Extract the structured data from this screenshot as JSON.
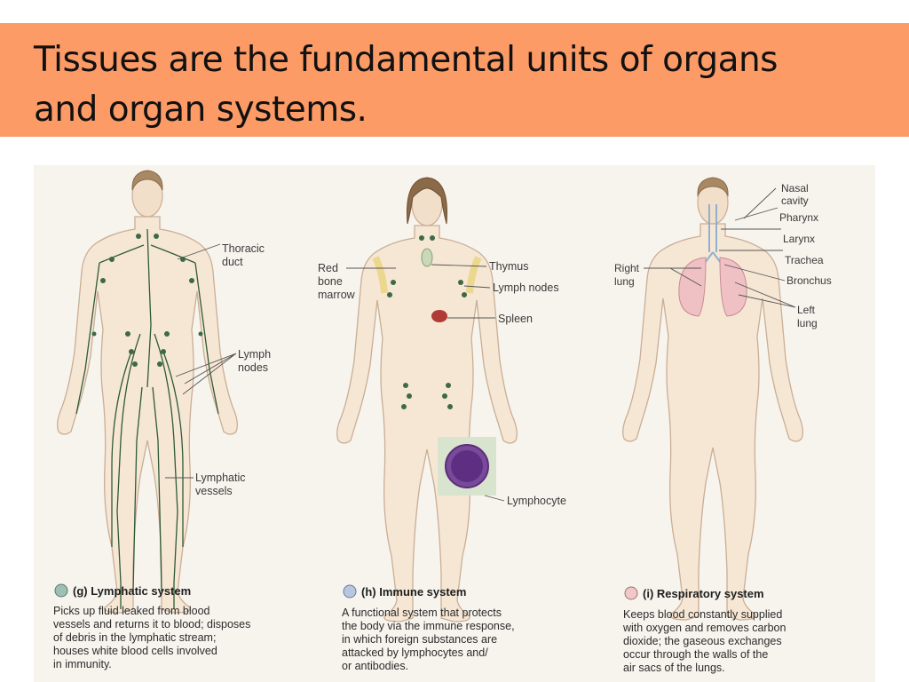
{
  "slide": {
    "title_line1": "Tissues are the fundamental units of organs",
    "title_line2": "and organ systems.",
    "colors": {
      "title_band": "#fd9b67",
      "figure_bg": "#f7f4ee",
      "lymph": "#2f5a35"
    }
  },
  "lymphatic": {
    "labels": {
      "thoracic_1": "Thoracic",
      "thoracic_2": "duct",
      "lymph_1": "Lymph",
      "lymph_2": "nodes",
      "vessels_1": "Lymphatic",
      "vessels_2": "vessels"
    },
    "caption": {
      "heading": "(g) Lymphatic system",
      "lines": [
        "Picks up fluid leaked from blood",
        "vessels and returns it to blood; disposes",
        "of debris in the lymphatic stream;",
        "houses white blood cells involved",
        "in immunity."
      ]
    }
  },
  "immune": {
    "labels": {
      "marrow_1": "Red",
      "marrow_2": "bone",
      "marrow_3": "marrow",
      "thymus": "Thymus",
      "lymph_nodes": "Lymph nodes",
      "spleen": "Spleen",
      "lymphocyte": "Lymphocyte"
    },
    "caption": {
      "heading": "(h) Immune system",
      "lines": [
        "A functional system that protects",
        "the body via the immune response,",
        "in which foreign substances are",
        "attacked by lymphocytes and/",
        "or antibodies."
      ]
    }
  },
  "respiratory": {
    "labels": {
      "nasal_1": "Nasal",
      "nasal_2": "cavity",
      "pharynx": "Pharynx",
      "larynx": "Larynx",
      "trachea": "Trachea",
      "bronchus": "Bronchus",
      "right_1": "Right",
      "right_2": "lung",
      "left_1": "Left",
      "left_2": "lung"
    },
    "caption": {
      "heading": "(i) Respiratory system",
      "lines": [
        "Keeps blood constantly supplied",
        "with oxygen and removes carbon",
        "dioxide; the gaseous exchanges",
        "occur through the walls of the",
        "air sacs of the lungs."
      ]
    }
  }
}
